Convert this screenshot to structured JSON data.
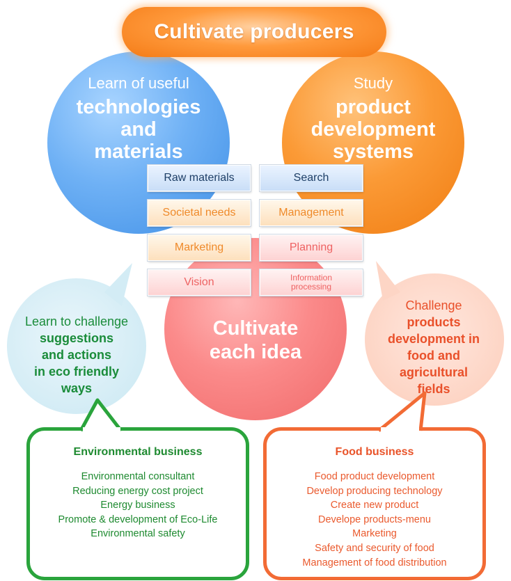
{
  "title": "Cultivate producers",
  "blue_circle": {
    "light": "Learn of useful",
    "bold_lines": [
      "technologies",
      "and",
      "materials"
    ]
  },
  "orange_circle": {
    "light": "Study",
    "bold_lines": [
      "product",
      "development",
      "systems"
    ]
  },
  "pink_circle": {
    "lines": [
      "Cultivate",
      "each idea"
    ]
  },
  "tags": {
    "raw_materials": "Raw materials",
    "search": "Search",
    "societal_needs": "Societal needs",
    "management": "Management",
    "marketing": "Marketing",
    "planning": "Planning",
    "vision": "Vision",
    "information_processing_1": "Information",
    "information_processing_2": "processing"
  },
  "left_bubble": {
    "light": "Learn to challenge",
    "bold_lines": [
      "suggestions",
      "and actions",
      "in eco friendly",
      "ways"
    ]
  },
  "right_bubble": {
    "light": "Challenge",
    "bold_lines": [
      "products",
      "development in",
      "food and",
      "agricultural",
      "fields"
    ]
  },
  "environmental": {
    "title": "Environmental business",
    "items": [
      "Environmental consultant",
      "Reducing energy cost project",
      "Energy business",
      "Promote & development of Eco-Life",
      "Environmental safety"
    ]
  },
  "food": {
    "title": "Food business",
    "items": [
      "Food product development",
      "Develop producing technology",
      "Create new product",
      "Develope products-menu",
      "Marketing",
      "Safety and security of food",
      "Management of food distribution"
    ]
  },
  "colors": {
    "orange": "#f47b16",
    "blue": "#4a97ea",
    "pink": "#f06a6a",
    "green": "#2aa43c",
    "food_orange": "#f26b35"
  }
}
